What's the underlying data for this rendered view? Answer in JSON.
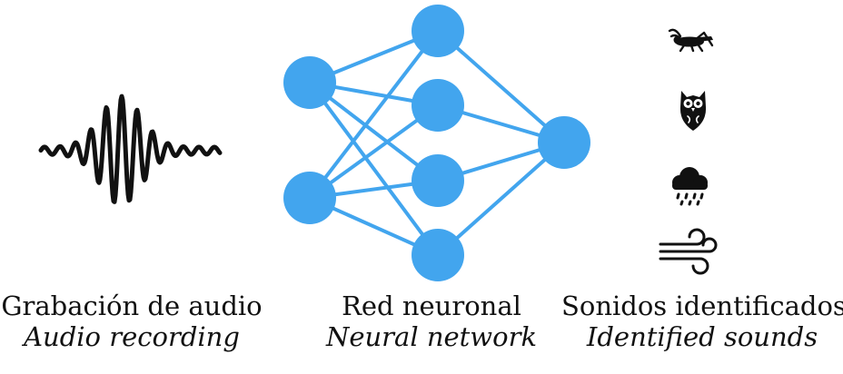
{
  "colors": {
    "node": "#42A5EE",
    "edge": "#42A5EE",
    "ink": "#111111",
    "background": "#ffffff"
  },
  "columns": [
    {
      "id": "audio",
      "spanish": "Grabación de audio",
      "english": "Audio recording"
    },
    {
      "id": "network",
      "spanish": "Red neuronal",
      "english": "Neural network"
    },
    {
      "id": "sounds",
      "spanish": "Sonidos identificados",
      "english": "Identified sounds"
    }
  ],
  "network": {
    "layers": [
      2,
      4,
      1
    ],
    "edges": "fully-connected"
  },
  "icons": [
    "grasshopper-icon",
    "owl-icon",
    "rain-cloud-icon",
    "wind-icon"
  ]
}
